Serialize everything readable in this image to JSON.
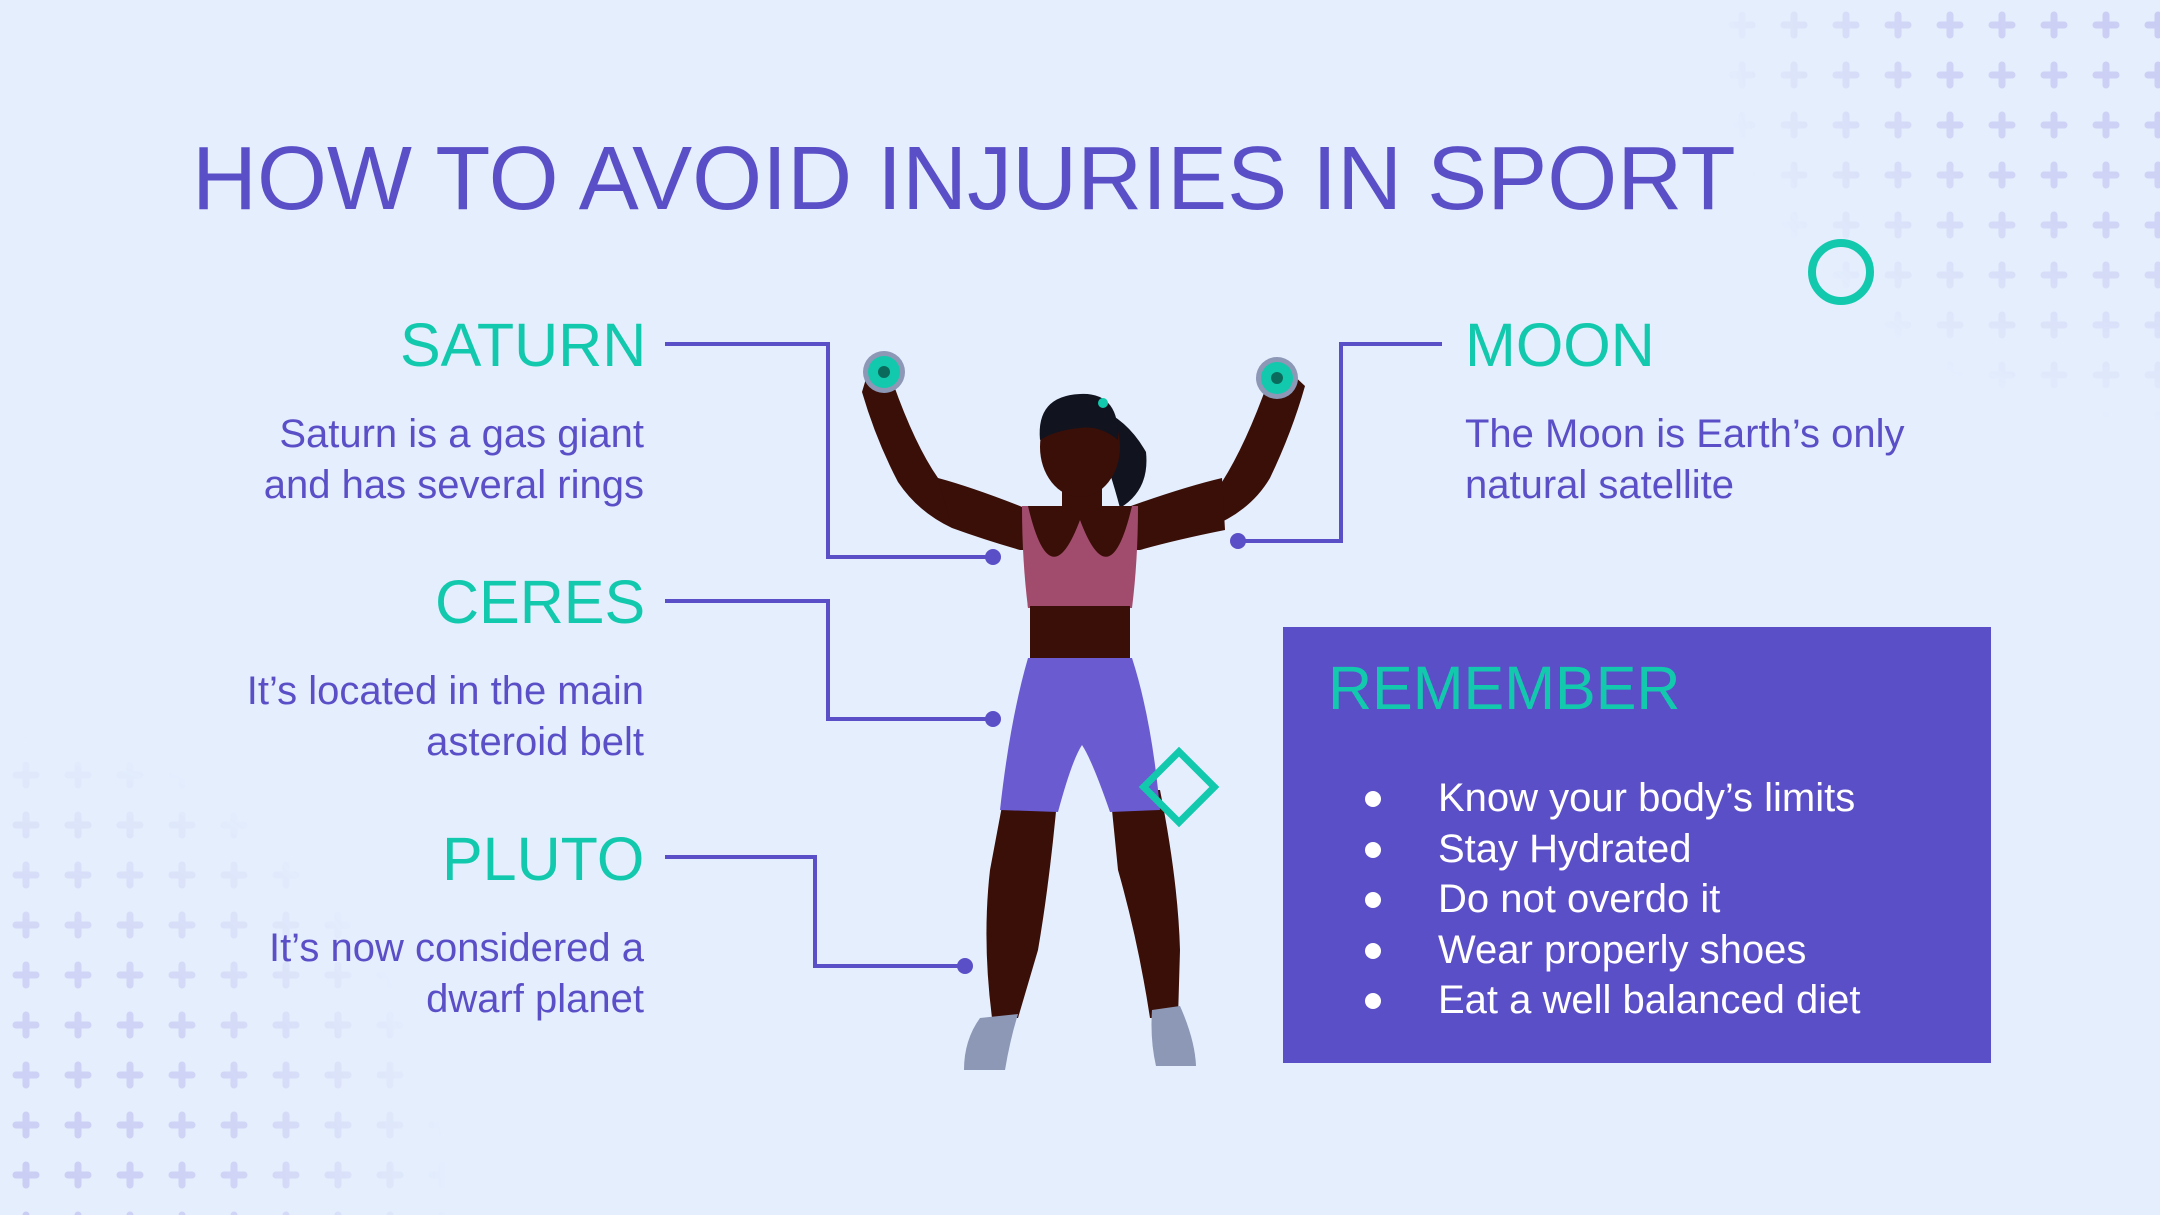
{
  "title": "HOW TO AVOID INJURIES IN SPORT",
  "items": [
    {
      "heading": "SATURN",
      "text_line1": "Saturn is a gas giant",
      "text_line2": "and has several rings"
    },
    {
      "heading": "CERES",
      "text_line1": "It’s located in the main",
      "text_line2": "asteroid belt"
    },
    {
      "heading": "PLUTO",
      "text_line1": "It’s now considered a",
      "text_line2": "dwarf planet"
    },
    {
      "heading": "MOON",
      "text_line1": "The Moon is Earth’s only",
      "text_line2": "natural satellite"
    }
  ],
  "remember": {
    "title": "REMEMBER",
    "tips": [
      "Know your body’s limits",
      "Stay Hydrated",
      "Do not overdo it",
      "Wear properly shoes",
      "Eat a well balanced diet"
    ]
  },
  "colors": {
    "background": "#e4eefd",
    "primary": "#5b4fc7",
    "accent": "#12c9ad",
    "skin": "#3a0f08",
    "top": "#a14c6d",
    "shoes": "#8d97b6"
  }
}
